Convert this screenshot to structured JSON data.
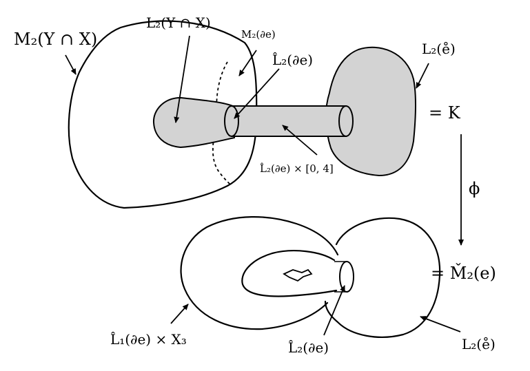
{
  "labels": {
    "m2_y_cap_x": "M₂(Y ∩ X)",
    "l2_y_cap_x": "L₂(Y ∩ X)",
    "m2_de": "M₂(∂e)",
    "l2hat_de_top": "L̂₂(∂e)",
    "l2_ering_top": "L₂(e̊)",
    "eq_k": "= K",
    "l2hat_de_interval": "L̂₂(∂e) × [0, 4]",
    "phi": "ϕ",
    "eq_m2check_e": "= M̌₂(e)",
    "l1hat_de_x3": "L̂₁(∂e) × X₃",
    "l2hat_de_bottom": "L̂₂(∂e)",
    "l2_ering_bottom": "L₂(e̊)"
  },
  "colors": {
    "fill_gray": "#d3d3d3",
    "stroke": "#000000",
    "background": "#ffffff"
  }
}
